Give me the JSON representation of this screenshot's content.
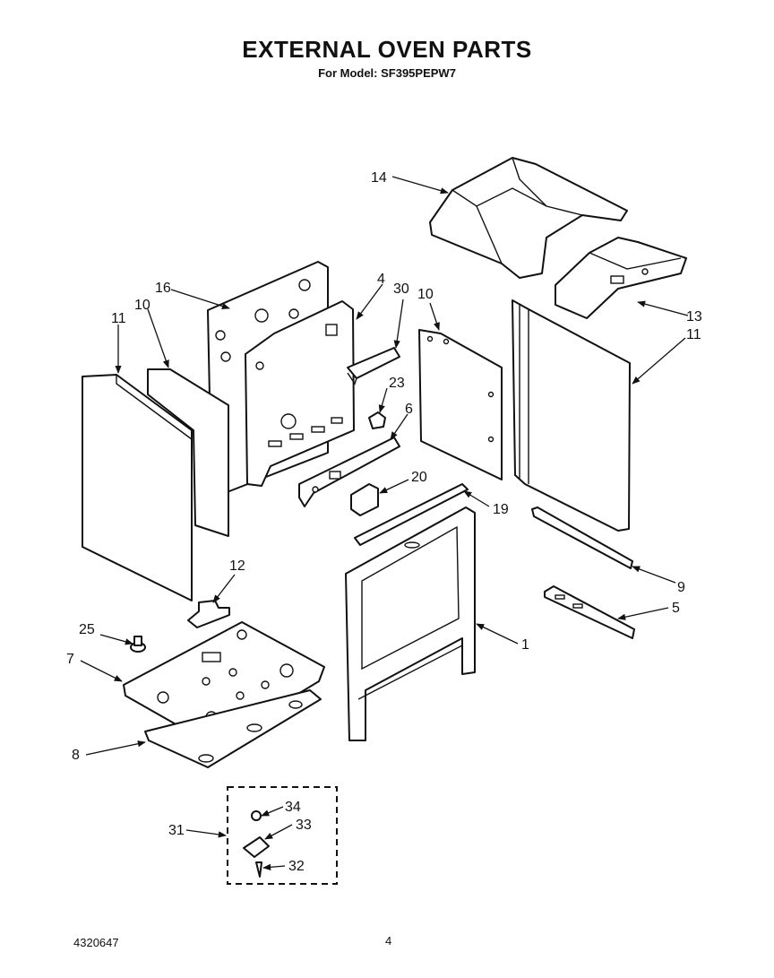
{
  "header": {
    "title": "EXTERNAL OVEN PARTS",
    "subtitle": "For Model: SF395PEPW7"
  },
  "footer": {
    "doc_number": "4320647",
    "page_number": "4"
  },
  "callouts": {
    "c1": "1",
    "c4": "4",
    "c5": "5",
    "c6": "6",
    "c7": "7",
    "c8": "8",
    "c9": "9",
    "c10_left": "10",
    "c10_right": "10",
    "c11_left": "11",
    "c11_right": "11",
    "c12": "12",
    "c13": "13",
    "c14": "14",
    "c16": "16",
    "c19": "19",
    "c20": "20",
    "c23": "23",
    "c25": "25",
    "c30": "30",
    "c31": "31",
    "c32": "32",
    "c33": "33",
    "c34": "34"
  }
}
